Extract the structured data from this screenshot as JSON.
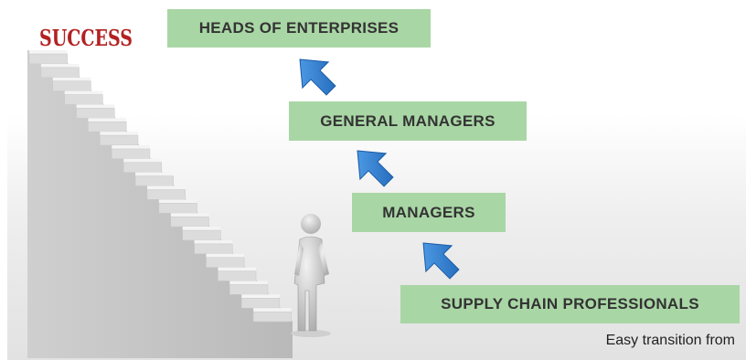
{
  "staircase": {
    "success_sign": "SUCCESS",
    "sign_color": "#b32222"
  },
  "levels": {
    "heads": "HEADS OF ENTERPRISES",
    "general": "GENERAL MANAGERS",
    "managers": "MANAGERS",
    "supply": "SUPPLY CHAIN PROFESSIONALS"
  },
  "caption": "Easy transition from",
  "colors": {
    "label_fill": "#a9d6a5",
    "arrow": "#2b7fd4"
  },
  "icons": [
    "arrow-up-left-icon",
    "person-figure-icon",
    "staircase-icon"
  ]
}
